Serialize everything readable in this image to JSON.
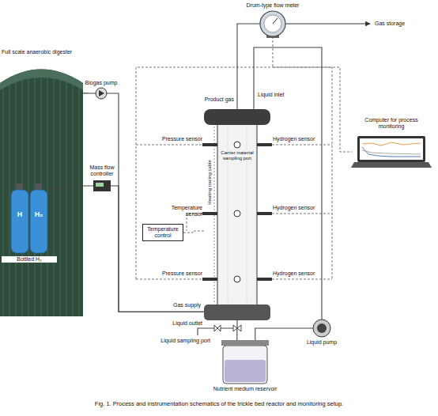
{
  "diagram": {
    "caption": "Fig. 1. Process and instrumentation schematics of the trickle bed reactor and monitoring setup.",
    "nodes": [
      {
        "text": [
          "Drum-type flow meter"
        ]
      },
      {
        "text": [
          "Full scale anaerobic digester"
        ]
      },
      {
        "text": [
          "Biogas pump"
        ]
      },
      {
        "text": [
          "Mass flow controller"
        ]
      },
      {
        "text": [
          "Bottled H₂"
        ]
      },
      {
        "text": [
          "Product gas"
        ]
      },
      {
        "text": [
          "Temperature control"
        ]
      },
      {
        "text": [
          "Computer for process monitoring"
        ]
      },
      {
        "text": [
          "Liquid pump"
        ]
      },
      {
        "text": [
          "Nutrient medium reservoir"
        ]
      }
    ],
    "edges": [
      {
        "from": 1,
        "to": 2,
        "arrow": "none"
      },
      {
        "from": 2,
        "to": 5,
        "arrow": "none"
      },
      {
        "from": 4,
        "to": 3,
        "arrow": "none"
      },
      {
        "from": 3,
        "to": 5,
        "arrow": "none"
      },
      {
        "from": 5,
        "to": 0,
        "arrow": "none"
      },
      {
        "from": 8,
        "to": 5,
        "arrow": "none"
      },
      {
        "from": 9,
        "to": 8,
        "arrow": "none"
      },
      {
        "from": 5,
        "to": 9,
        "arrow": "none"
      },
      {
        "from": 0,
        "to": 7,
        "arrow": "none"
      },
      {
        "from": 6,
        "to": 5,
        "arrow": "none"
      }
    ],
    "labels": [
      "H",
      "H₂",
      "Gas storage",
      "Liquid inlet",
      "Pressure sensor",
      "Hydrogen sensor",
      "Carrier material sampling port",
      "Temperature sensor",
      "Hydrogen sensor",
      "Heating tracing cable",
      "Pressure sensor",
      "Hydrogen sensor",
      "Gas supply",
      "Liquid outlet",
      "Liquid sampling port"
    ]
  }
}
